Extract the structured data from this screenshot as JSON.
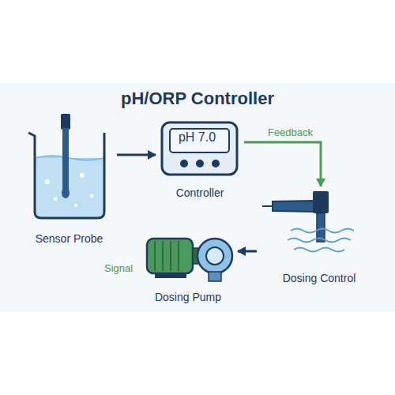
{
  "diagram": {
    "title": "pH/ORP Controller",
    "nodes": [
      {
        "text": [
          "Sensor Probe"
        ]
      },
      {
        "text": [
          "pH 7.0",
          "Controller"
        ]
      },
      {
        "text": [
          "Dosing Control"
        ]
      },
      {
        "text": [
          "Dosing Pump"
        ]
      }
    ],
    "edges": [
      {
        "from": 0,
        "to": 1,
        "arrow": "to"
      },
      {
        "from": 1,
        "to": 2,
        "label": "Feedback",
        "arrow": "to"
      },
      {
        "from": 2,
        "to": 3,
        "arrow": "to"
      }
    ],
    "labels": [
      "Signal"
    ]
  }
}
